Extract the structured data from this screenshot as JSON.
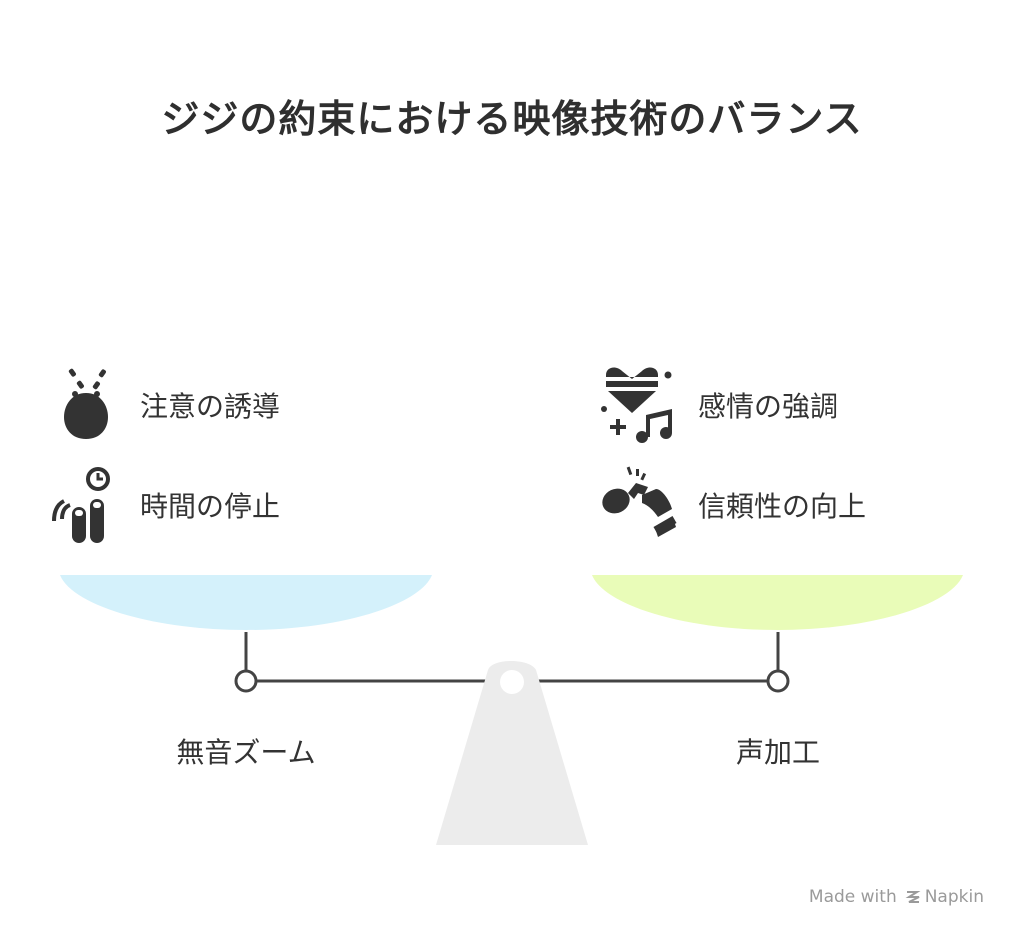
{
  "title": "ジジの約束における映像技術のバランス",
  "left": {
    "label": "無音ズーム",
    "color": "#d4f1fb",
    "items": [
      {
        "label": "注意の誘導",
        "icon": "head-attention-icon"
      },
      {
        "label": "時間の停止",
        "icon": "fingers-clock-icon"
      }
    ]
  },
  "right": {
    "label": "声加工",
    "color": "#e9fcb8",
    "items": [
      {
        "label": "感情の強調",
        "icon": "heart-music-icon"
      },
      {
        "label": "信頼性の向上",
        "icon": "handshake-icon"
      }
    ]
  },
  "brand": {
    "made_with": "Made with",
    "name": "Napkin"
  }
}
